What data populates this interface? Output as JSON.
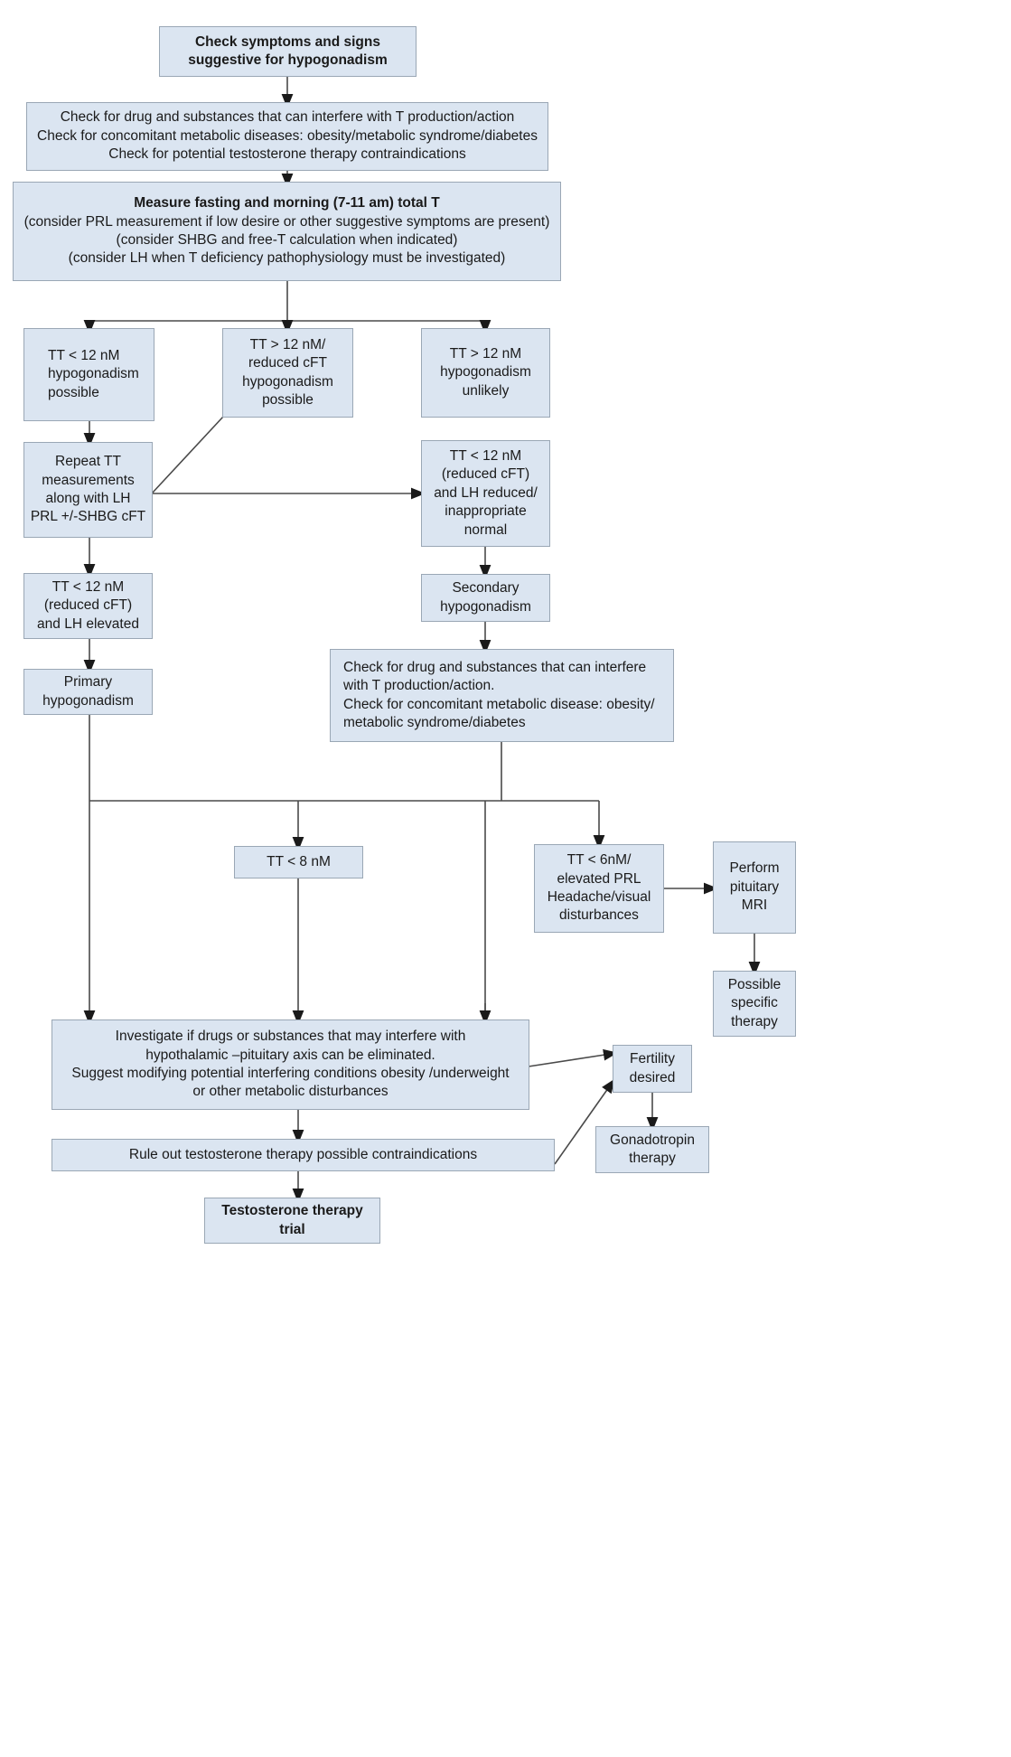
{
  "diagram": {
    "title_node": {
      "id": "check-symptoms",
      "text": "Check symptoms and signs\nsuggestive for hypogonadism"
    },
    "colors": {
      "node_fill": "#dbe5f1",
      "node_border": "#9aa7b5",
      "connector": "#404040",
      "text": "#1a1a1a"
    },
    "nodes": [
      {
        "id": "check-symptoms",
        "name": "node-check-symptoms",
        "lines": [
          "Check symptoms and signs",
          "suggestive for hypogonadism"
        ],
        "bold": true
      },
      {
        "id": "check-drugs-top",
        "name": "node-check-drugs-top",
        "lines": [
          "Check for drug and substances that can interfere with T production/action",
          "Check for concomitant metabolic diseases: obesity/metabolic syndrome/diabetes",
          "Check for potential testosterone therapy contraindications"
        ],
        "bold": false
      },
      {
        "id": "measure-t",
        "name": "node-measure-total-t",
        "lines": [
          "Measure fasting and morning (7-11 am) total T",
          "(consider PRL measurement if low desire or other suggestive symptoms are present)",
          "(consider SHBG and free-T calculation when indicated)",
          "(consider LH when T deficiency pathophysiology must be investigated)"
        ],
        "bold_first_line": true
      },
      {
        "id": "tt-lt-12",
        "name": "node-tt-lt-12-possible",
        "lines": [
          "TT < 12 nM",
          "hypogonadism",
          "possible"
        ]
      },
      {
        "id": "tt-gt-12-reduced-cft",
        "name": "node-tt-gt-12-reduced-cft",
        "lines": [
          "TT > 12 nM/",
          "reduced cFT",
          "hypogonadism",
          "possible"
        ]
      },
      {
        "id": "tt-gt-12-unlikely",
        "name": "node-tt-gt-12-unlikely",
        "lines": [
          "TT > 12 nM",
          "hypogonadism",
          "unlikely"
        ]
      },
      {
        "id": "repeat-tt",
        "name": "node-repeat-tt-measurements",
        "lines": [
          "Repeat TT",
          "measurements",
          "along with LH",
          "PRL +/-SHBG cFT"
        ]
      },
      {
        "id": "tt-lt-12-lh-reduced",
        "name": "node-tt-lt-12-lh-reduced",
        "lines": [
          "TT < 12 nM",
          "(reduced cFT)",
          "and LH reduced/",
          "inappropriate",
          "normal"
        ]
      },
      {
        "id": "tt-lt-12-lh-elevated",
        "name": "node-tt-lt-12-lh-elevated",
        "lines": [
          "TT < 12 nM",
          "(reduced cFT)",
          "and LH elevated"
        ]
      },
      {
        "id": "secondary-hypogonadism",
        "name": "node-secondary-hypogonadism",
        "lines": [
          "Secondary",
          "hypogonadism"
        ]
      },
      {
        "id": "primary-hypogonadism",
        "name": "node-primary-hypogonadism",
        "lines": [
          "Primary",
          "hypogonadism"
        ]
      },
      {
        "id": "check-drugs-second",
        "name": "node-check-drugs-secondary",
        "lines": [
          "Check for drug and substances that can interfere with T production/action.",
          "Check for concomitant metabolic disease: obesity/metabolic syndrome/diabetes"
        ]
      },
      {
        "id": "tt-lt-8",
        "name": "node-tt-lt-8",
        "lines": [
          "TT < 8 nM"
        ]
      },
      {
        "id": "tt-lt-6",
        "name": "node-tt-lt-6-prl-headache",
        "lines": [
          "TT < 6nM/",
          "elevated PRL",
          "Headache/visual",
          "disturbances"
        ]
      },
      {
        "id": "pituitary-mri",
        "name": "node-perform-pituitary-mri",
        "lines": [
          "Perform",
          "pituitary",
          "MRI"
        ]
      },
      {
        "id": "possible-specific-therapy",
        "name": "node-possible-specific-therapy",
        "lines": [
          "Possible",
          "specific",
          "therapy"
        ]
      },
      {
        "id": "investigate-drugs",
        "name": "node-investigate-drugs",
        "lines": [
          "Investigate if drugs or substances that may interfere with hypothalamic –pituitary axis can be eliminated.",
          "Suggest modifying potential interfering conditions obesity /underweight or other metabolic disturbances"
        ]
      },
      {
        "id": "fertility-desired",
        "name": "node-fertility-desired",
        "lines": [
          "Fertility",
          "desired"
        ]
      },
      {
        "id": "gonadotropin-therapy",
        "name": "node-gonadotropin-therapy",
        "lines": [
          "Gonadotropin",
          "therapy"
        ]
      },
      {
        "id": "rule-out",
        "name": "node-rule-out-contraindications",
        "lines": [
          "Rule out  testosterone therapy possible contraindications"
        ]
      },
      {
        "id": "testosterone-trial",
        "name": "node-testosterone-therapy-trial",
        "lines": [
          "Testosterone therapy",
          "trial"
        ],
        "bold": true
      }
    ]
  },
  "text": {
    "check_symptoms_l1": "Check symptoms and signs",
    "check_symptoms_l2": "suggestive for hypogonadism",
    "check_drugs_top_l1": "Check for drug and substances that can interfere with T production/action",
    "check_drugs_top_l2": "Check for concomitant metabolic diseases: obesity/metabolic syndrome/diabetes",
    "check_drugs_top_l3": "Check for potential testosterone therapy contraindications",
    "measure_l1": "Measure fasting and morning (7-11 am) total T",
    "measure_l2": "(consider PRL measurement if low desire or other suggestive symptoms are present)",
    "measure_l3": "(consider SHBG and free-T calculation when indicated)",
    "measure_l4": "(consider LH when T deficiency pathophysiology must be investigated)",
    "tt_lt_12_l1": "TT < 12 nM",
    "tt_lt_12_l2": "hypogonadism",
    "tt_lt_12_l3": "possible",
    "tt_gt_12_cft_l1": "TT > 12 nM/",
    "tt_gt_12_cft_l2": "reduced cFT",
    "tt_gt_12_cft_l3": "hypogonadism",
    "tt_gt_12_cft_l4": "possible",
    "tt_gt_12_unlikely_l1": "TT > 12 nM",
    "tt_gt_12_unlikely_l2": "hypogonadism",
    "tt_gt_12_unlikely_l3": "unlikely",
    "repeat_l1": "Repeat TT",
    "repeat_l2": "measurements",
    "repeat_l3": "along with LH",
    "repeat_l4": "PRL +/-SHBG cFT",
    "lh_reduced_l1": "TT < 12 nM",
    "lh_reduced_l2": "(reduced cFT)",
    "lh_reduced_l3": "and LH reduced/",
    "lh_reduced_l4": "inappropriate",
    "lh_reduced_l5": "normal",
    "lh_elevated_l1": "TT < 12 nM",
    "lh_elevated_l2": "(reduced cFT)",
    "lh_elevated_l3": "and LH elevated",
    "secondary_l1": "Secondary",
    "secondary_l2": "hypogonadism",
    "primary_l1": "Primary",
    "primary_l2": "hypogonadism",
    "check_drugs_second_l1": "Check for drug and substances that can interfere",
    "check_drugs_second_l2": "with T production/action.",
    "check_drugs_second_l3": "Check for concomitant metabolic disease: obesity/",
    "check_drugs_second_l4": "metabolic syndrome/diabetes",
    "tt_lt_8": "TT < 8 nM",
    "tt_lt_6_l1": "TT < 6nM/",
    "tt_lt_6_l2": "elevated PRL",
    "tt_lt_6_l3": "Headache/visual",
    "tt_lt_6_l4": "disturbances",
    "mri_l1": "Perform",
    "mri_l2": "pituitary",
    "mri_l3": "MRI",
    "possible_therapy_l1": "Possible",
    "possible_therapy_l2": "specific",
    "possible_therapy_l3": "therapy",
    "investigate_l1": "Investigate if drugs or substances that may interfere with",
    "investigate_l2": "hypothalamic –pituitary axis can be eliminated.",
    "investigate_l3": "Suggest modifying potential interfering conditions obesity /underweight",
    "investigate_l4": "or other metabolic disturbances",
    "fertility_l1": "Fertility",
    "fertility_l2": "desired",
    "gonadotropin_l1": "Gonadotropin",
    "gonadotropin_l2": "therapy",
    "rule_out": "Rule out  testosterone therapy possible contraindications",
    "trial_l1": "Testosterone therapy",
    "trial_l2": "trial"
  }
}
